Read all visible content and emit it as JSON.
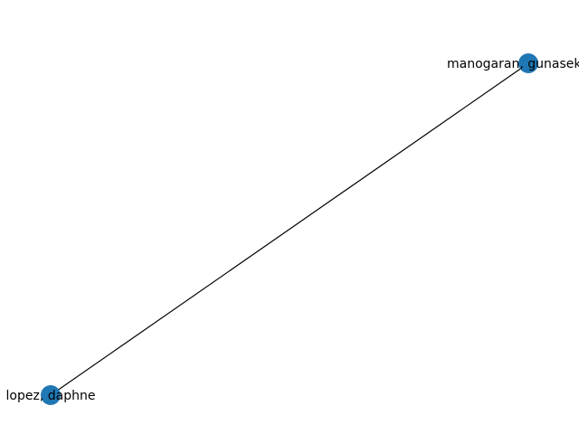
{
  "graph": {
    "nodes": [
      {
        "id": "n1",
        "label": "manogaran, gunasekaran"
      },
      {
        "id": "n2",
        "label": "lopez, daphne"
      }
    ],
    "edges": [
      {
        "source": "n1",
        "target": "n2"
      }
    ],
    "style": {
      "node_color": "#1f77b4",
      "edge_color": "#000000",
      "label_color": "#000000",
      "background": "#ffffff"
    }
  }
}
